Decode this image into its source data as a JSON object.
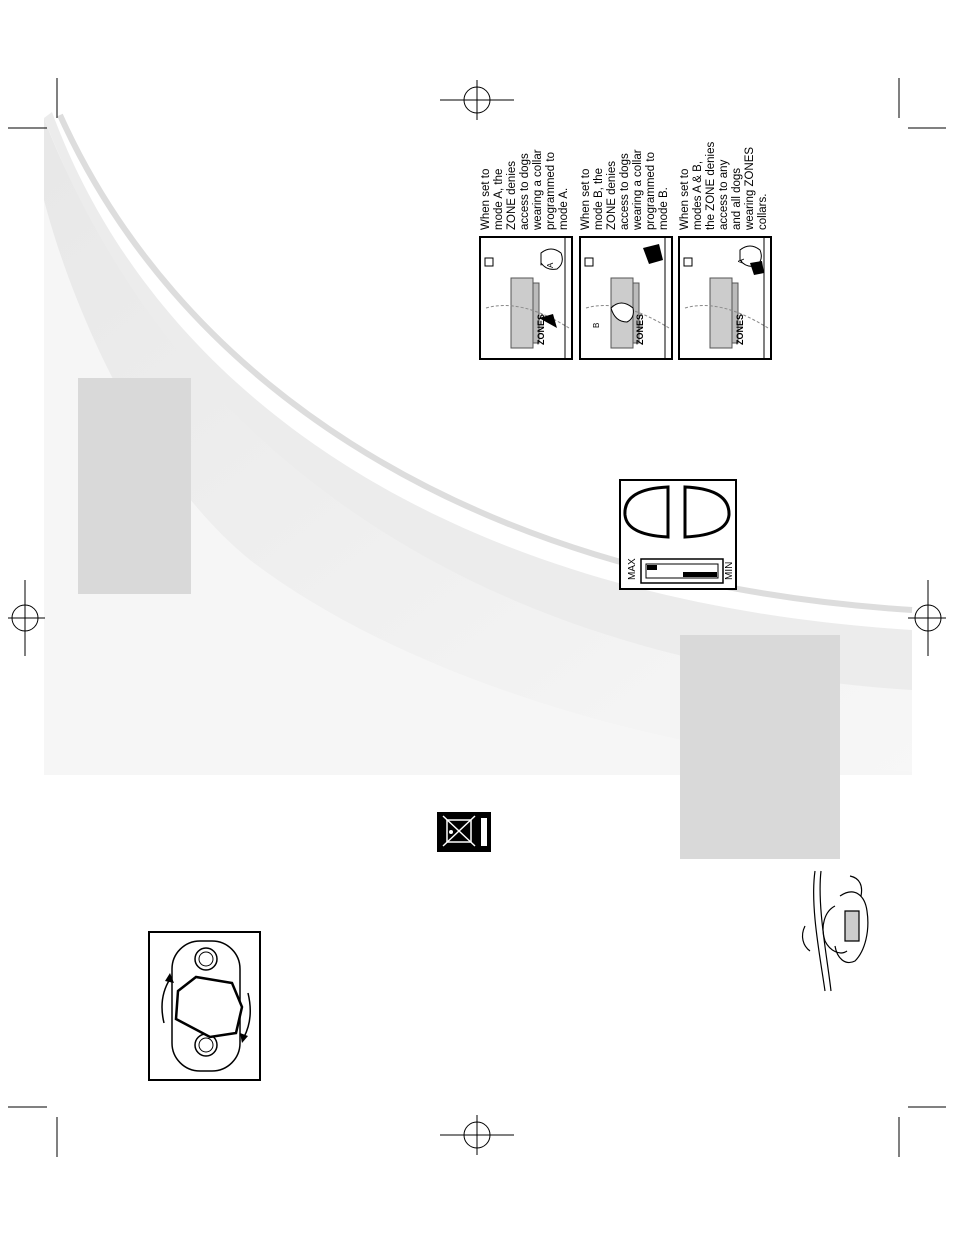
{
  "mode_panels": [
    {
      "caption_lines": [
        "When set to",
        "mode A, the",
        "ZONE denies",
        "access to dogs",
        "wearing a collar",
        "programmed to",
        "mode A."
      ],
      "brand": "ZONES",
      "dog_label": "A"
    },
    {
      "caption_lines": [
        "When set to",
        "mode B, the",
        "ZONE denies",
        "access to dogs",
        "wearing a collar",
        "programmed to",
        "mode B."
      ],
      "brand": "ZONES",
      "dog_label": "B"
    },
    {
      "caption_lines": [
        "When set to",
        "modes A & B,",
        "the ZONE denies",
        "access to any",
        "and all dogs",
        "wearing ZONES",
        "collars."
      ],
      "brand": "ZONES",
      "dog_label": "A"
    }
  ],
  "slider_diagram": {
    "max_label": "MAX",
    "min_label": "MIN"
  },
  "colors": {
    "gray_box": "#d9d9d9",
    "swoosh_light": "#ececec",
    "swoosh_mid": "#f4f4f4"
  }
}
